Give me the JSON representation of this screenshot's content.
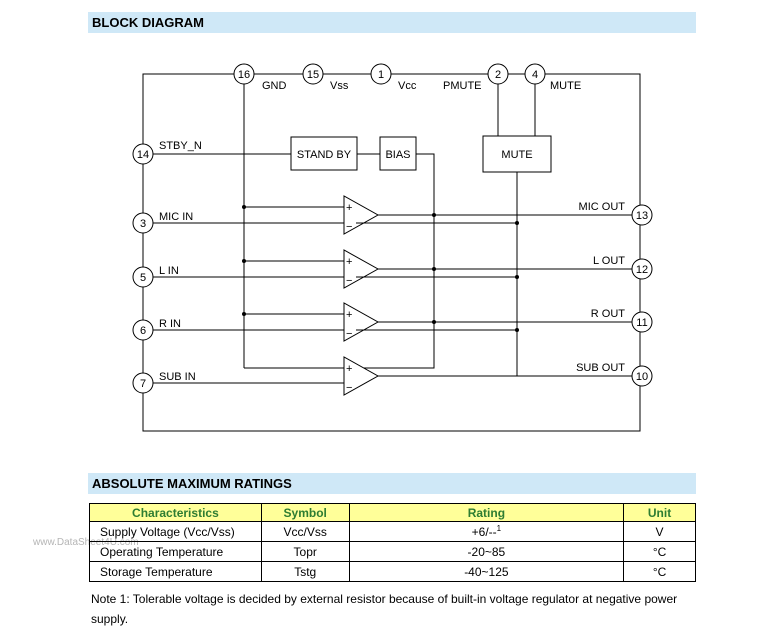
{
  "sections": {
    "block_diagram": "BLOCK DIAGRAM",
    "absolute_maximum_ratings": "ABSOLUTE MAXIMUM RATINGS"
  },
  "diagram": {
    "top_pins": [
      {
        "num": "16",
        "label": "GND"
      },
      {
        "num": "15",
        "label": "Vss"
      },
      {
        "num": "1",
        "label": "Vcc"
      },
      {
        "num": "2",
        "label": "PMUTE"
      },
      {
        "num": "4",
        "label": "MUTE"
      }
    ],
    "left_pins": [
      {
        "num": "14",
        "label": "STBY_N"
      },
      {
        "num": "3",
        "label": "MIC IN"
      },
      {
        "num": "5",
        "label": "L IN"
      },
      {
        "num": "6",
        "label": "R IN"
      },
      {
        "num": "7",
        "label": "SUB IN"
      }
    ],
    "right_pins": [
      {
        "num": "13",
        "label": "MIC OUT"
      },
      {
        "num": "12",
        "label": "L OUT"
      },
      {
        "num": "11",
        "label": "R OUT"
      },
      {
        "num": "10",
        "label": "SUB OUT"
      }
    ],
    "blocks": {
      "standby": "STAND BY",
      "bias": "BIAS",
      "mute": "MUTE"
    },
    "amp_plus": "+",
    "amp_minus": "−"
  },
  "watermark": "www.DataSheet4U.com",
  "ratings_table": {
    "headers": [
      "Characteristics",
      "Symbol",
      "Rating",
      "Unit"
    ],
    "rows": [
      {
        "characteristic": "Supply Voltage (Vcc/Vss)",
        "symbol": "Vcc/Vss",
        "rating": "+6/--",
        "footnote": "1",
        "unit": "V"
      },
      {
        "characteristic": "Operating Temperature",
        "symbol": "Topr",
        "rating": "-20~85",
        "footnote": "",
        "unit": "°C"
      },
      {
        "characteristic": "Storage Temperature",
        "symbol": "Tstg",
        "rating": "-40~125",
        "footnote": "",
        "unit": "°C"
      }
    ]
  },
  "note": "Note 1: Tolerable voltage is decided by external resistor because of built-in voltage regulator at negative power supply."
}
